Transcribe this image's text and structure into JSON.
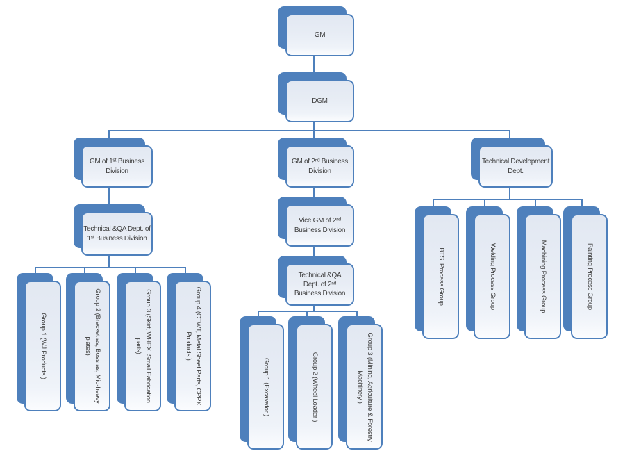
{
  "colors": {
    "accent": "#4E80BC",
    "box_fill": "#E8EDF5",
    "text": "#3E3E3E",
    "background": "#FFFFFF"
  },
  "nodes": {
    "gm": {
      "label": "GM"
    },
    "dgm": {
      "label": "DGM"
    },
    "division1": {
      "head": {
        "label": "GM of 1ˢᵗ Business\nDivision"
      },
      "dept": {
        "label": "Technical &QA Dept. of\n1ˢᵗ Business Division"
      },
      "groups": [
        {
          "label": "Group 1 (WJ Products )"
        },
        {
          "label": "Group 2 (Bracket as, Boss as, Mid-heavy\nplates)"
        },
        {
          "label": "Group 3 (Skirt, WHEX, Small Fabrication\nparts)"
        },
        {
          "label": "Group 4 (CTWT, Metal Sheet Parts, CPPX\nProducts )"
        }
      ]
    },
    "division2": {
      "head": {
        "label": "GM of 2ⁿᵈ Business\nDivision"
      },
      "vice": {
        "label": "Vice GM of 2ⁿᵈ\nBusiness Division"
      },
      "dept": {
        "label": "Technical &QA\nDept. of 2ⁿᵈ\nBusiness Division"
      },
      "groups": [
        {
          "label": "Group 1 (Excavator )"
        },
        {
          "label": "Group 2 (Wheel Loader )"
        },
        {
          "label": "Group 3 (Mining, Agriculture & Forestry\nMachinery )"
        }
      ]
    },
    "technical_dev": {
      "head": {
        "label": "Technical Development\nDept."
      },
      "groups": [
        {
          "label": "BTS  Process Group"
        },
        {
          "label": "Welding Process Group"
        },
        {
          "label": "Machining Process Group"
        },
        {
          "label": "Painting Process Group"
        }
      ]
    }
  }
}
